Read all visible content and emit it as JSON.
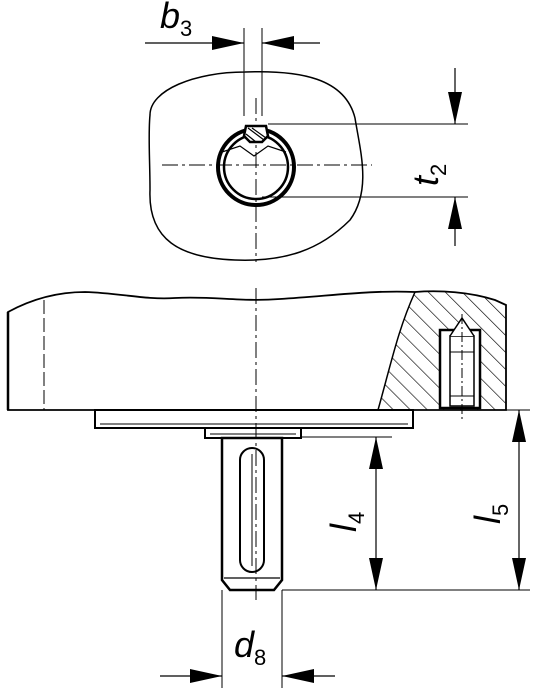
{
  "dimensions": {
    "b3": {
      "symbol": "b",
      "subscript": "3"
    },
    "t2": {
      "symbol": "t",
      "subscript": "2"
    },
    "l4": {
      "symbol": "l",
      "subscript": "4"
    },
    "l5": {
      "symbol": "l",
      "subscript": "5"
    },
    "d8": {
      "symbol": "d",
      "subscript": "8"
    }
  },
  "colors": {
    "line": "#000000",
    "background": "#ffffff"
  }
}
